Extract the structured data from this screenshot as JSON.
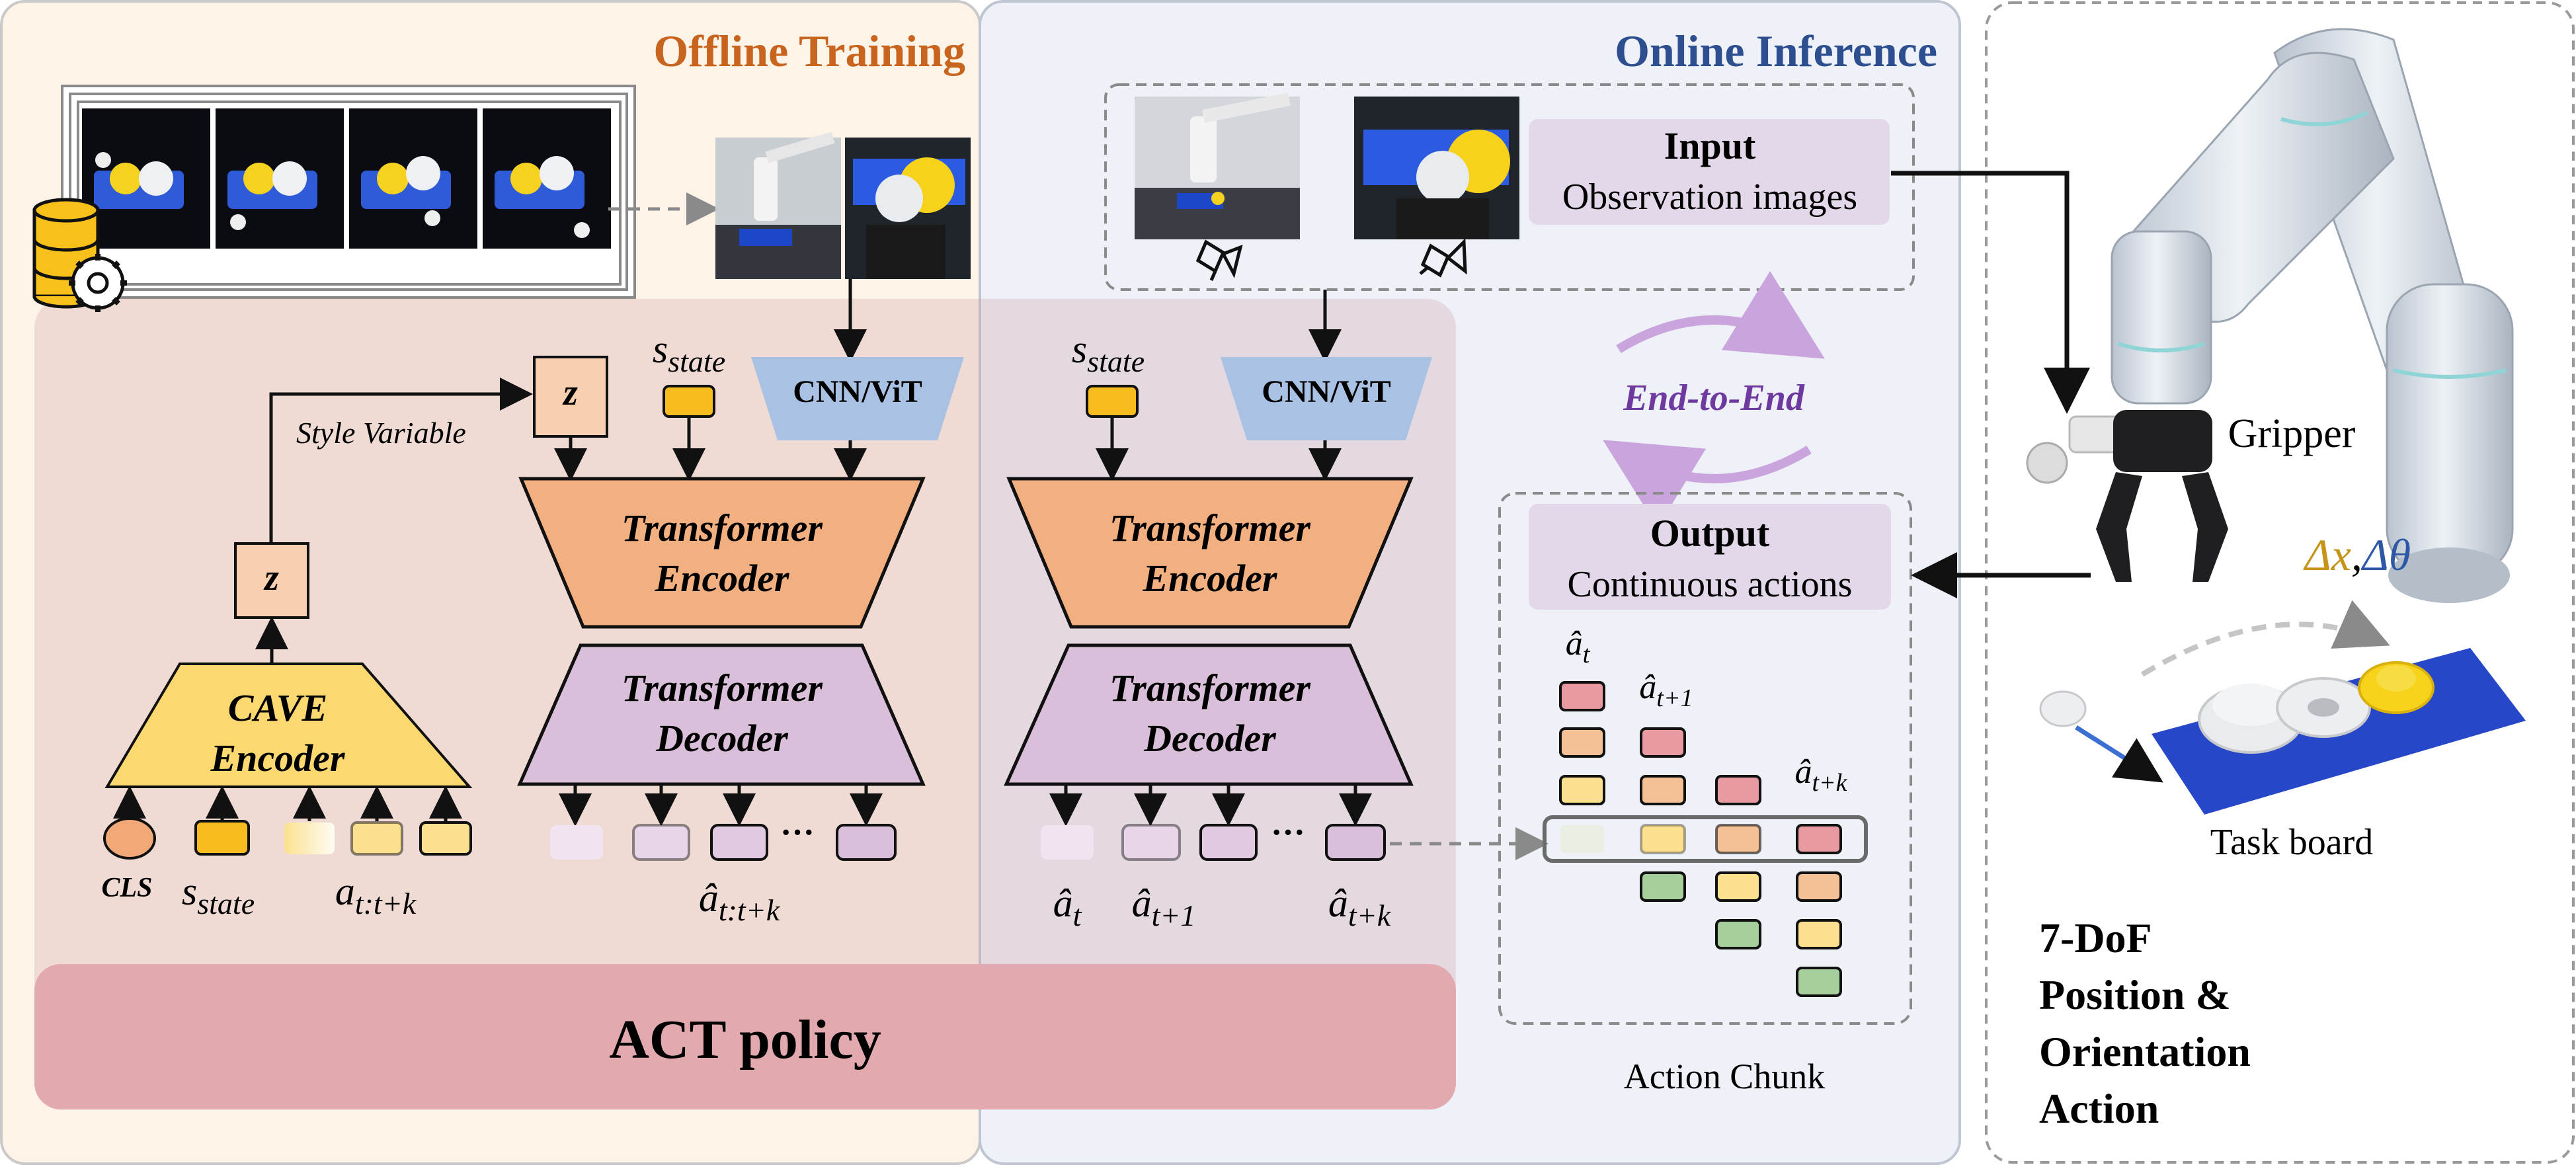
{
  "panels": {
    "offline_title": "Offline Training",
    "online_title": "Online Inference",
    "policy_label": "ACT policy"
  },
  "offline": {
    "style_variable": "Style Variable",
    "z_top": "z",
    "z_bottom": "z",
    "cave_line1": "CAVE",
    "cave_line2": "Encoder",
    "cls": "CLS",
    "s_state_base": "s",
    "s_state_sub": "state",
    "a_base": "a",
    "a_sub": "t:t+k",
    "s_state_top_base": "s",
    "s_state_top_sub": "state",
    "cnn": "CNN/ViT",
    "enc_line1": "Transformer",
    "enc_line2": "Encoder",
    "dec_line1": "Transformer",
    "dec_line2": "Decoder",
    "ellipsis": "···",
    "out_base": "â",
    "out_sub": "t:t+k"
  },
  "online": {
    "s_state_base": "s",
    "s_state_sub": "state",
    "cnn": "CNN/ViT",
    "enc_line1": "Transformer",
    "enc_line2": "Encoder",
    "dec_line1": "Transformer",
    "dec_line2": "Decoder",
    "ellipsis": "···",
    "out1_base": "â",
    "out1_sub": "t",
    "out2_base": "â",
    "out2_sub": "t+1",
    "out3_base": "â",
    "out3_sub": "t+k",
    "input_title": "Input",
    "input_sub": "Observation images",
    "end_to_end": "End-to-End",
    "output_title": "Output",
    "output_sub": "Continuous actions",
    "chunk_l1_base": "â",
    "chunk_l1_sub": "t",
    "chunk_l2_base": "â",
    "chunk_l2_sub": "t+1",
    "chunk_l3_base": "â",
    "chunk_l3_sub": "t+k",
    "action_chunk": "Action Chunk"
  },
  "robot": {
    "gripper": "Gripper",
    "dx": "Δx",
    "comma": ",",
    "dtheta": "Δθ",
    "task_board": "Task board",
    "dof_line1": "7-DoF",
    "dof_line2": "Position &",
    "dof_line3": "Orientation",
    "dof_line4": "Action"
  },
  "colors": {
    "offline_bg": "#fdf3e7",
    "online_bg": "#eef1f8",
    "policy_overlay": "#cf9aa6",
    "policy_bar": "#e2aaae",
    "encoder": "#f2b081",
    "decoder": "#d9bfd9",
    "cave": "#fbd870",
    "cnn": "#a9c2e4",
    "state": "#f7bd1e",
    "z_box": "#f8cfb1",
    "chunk_red": "#e79aa2",
    "chunk_orange": "#f4c197",
    "chunk_yellow": "#fbe18f",
    "chunk_green": "#a6cf9c",
    "end_to_end": "#6e3aa0",
    "dx": "#c7941a",
    "dtheta": "#2e58a6"
  }
}
